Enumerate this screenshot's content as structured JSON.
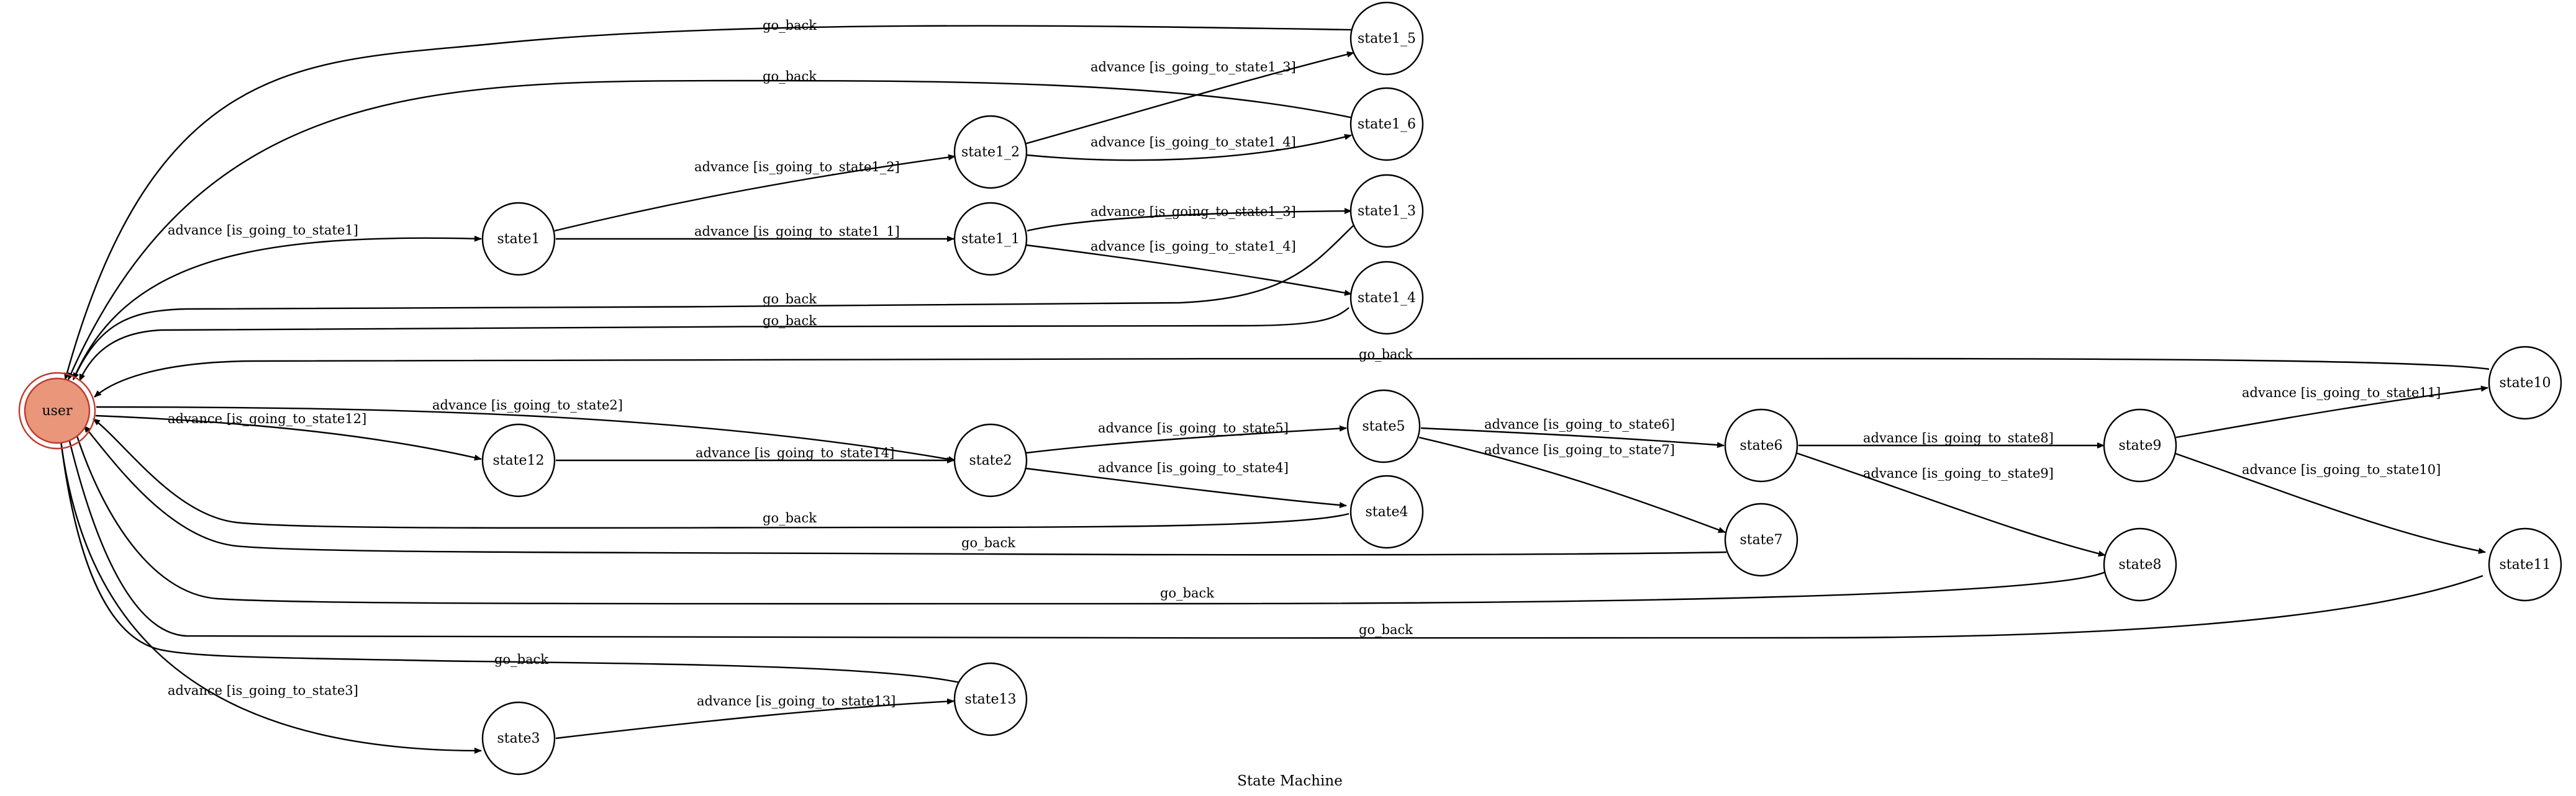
{
  "title": "State Machine",
  "colors": {
    "initial_state_fill": "#e9967a",
    "initial_state_stroke": "#c0392b"
  },
  "nodes": {
    "user": "user",
    "state1": "state1",
    "state1_1": "state1_1",
    "state1_2": "state1_2",
    "state1_3": "state1_3",
    "state1_4": "state1_4",
    "state1_5": "state1_5",
    "state1_6": "state1_6",
    "state2": "state2",
    "state3": "state3",
    "state4": "state4",
    "state5": "state5",
    "state6": "state6",
    "state7": "state7",
    "state8": "state8",
    "state9": "state9",
    "state10": "state10",
    "state11": "state11",
    "state12": "state12",
    "state13": "state13"
  },
  "edges": {
    "user_state1": "advance [is_going_to_state1]",
    "user_state2": "advance [is_going_to_state2]",
    "user_state12": "advance [is_going_to_state12]",
    "user_state3": "advance [is_going_to_state3]",
    "state1_state1_2": "advance [is_going_to_state1_2]",
    "state1_state1_1": "advance [is_going_to_state1_1]",
    "state1_2_state1_5": "advance [is_going_to_state1_3]",
    "state1_2_state1_6": "advance [is_going_to_state1_4]",
    "state1_1_state1_3": "advance [is_going_to_state1_3]",
    "state1_1_state1_4": "advance [is_going_to_state1_4]",
    "state12_state2": "advance [is_going_to_state14]",
    "state2_state5": "advance [is_going_to_state5]",
    "state2_state4": "advance [is_going_to_state4]",
    "state5_state6": "advance [is_going_to_state6]",
    "state5_state7": "advance [is_going_to_state7]",
    "state6_state9": "advance [is_going_to_state8]",
    "state6_state8": "advance [is_going_to_state9]",
    "state9_state10": "advance [is_going_to_state11]",
    "state9_state11": "advance [is_going_to_state10]",
    "state3_state13": "advance [is_going_to_state13]",
    "state1_5_back": "go_back",
    "state1_6_back": "go_back",
    "state1_3_back": "go_back",
    "state1_4_back": "go_back",
    "state10_back": "go_back",
    "state4_back": "go_back",
    "state7_back": "go_back",
    "state8_back": "go_back",
    "state11_back": "go_back",
    "state13_back": "go_back"
  }
}
